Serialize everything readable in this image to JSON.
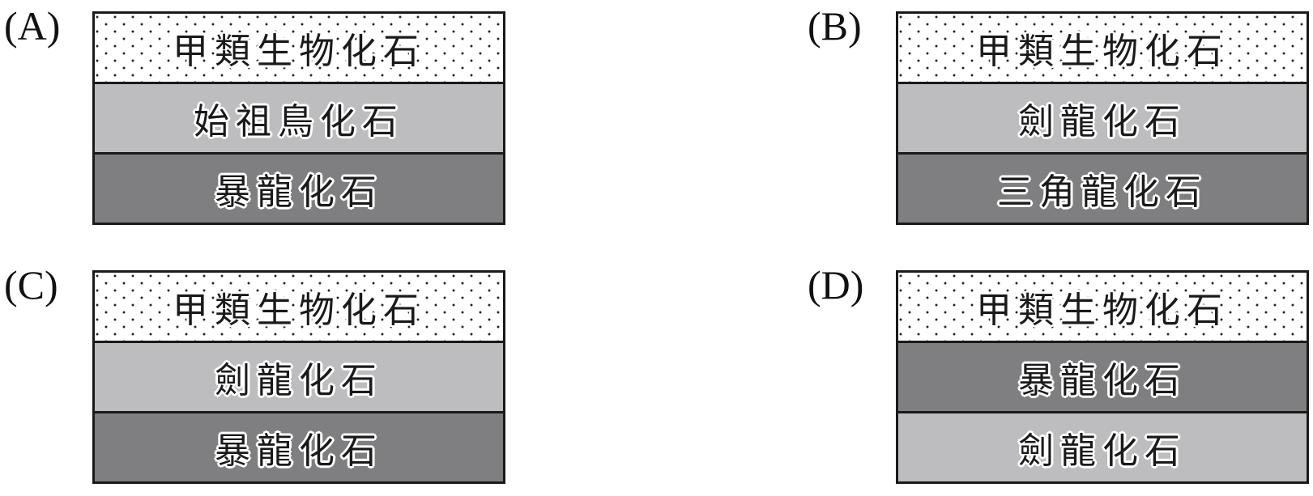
{
  "options": [
    {
      "label": "(A)",
      "layers": [
        {
          "text": "甲類生物化石",
          "pattern": "dotted"
        },
        {
          "text": "始祖鳥化石",
          "pattern": "light-gray"
        },
        {
          "text": "暴龍化石",
          "pattern": "dark-gray"
        }
      ]
    },
    {
      "label": "(B)",
      "layers": [
        {
          "text": "甲類生物化石",
          "pattern": "dotted"
        },
        {
          "text": "劍龍化石",
          "pattern": "light-gray"
        },
        {
          "text": "三角龍化石",
          "pattern": "dark-gray"
        }
      ]
    },
    {
      "label": "(C)",
      "layers": [
        {
          "text": "甲類生物化石",
          "pattern": "dotted"
        },
        {
          "text": "劍龍化石",
          "pattern": "light-gray"
        },
        {
          "text": "暴龍化石",
          "pattern": "dark-gray"
        }
      ]
    },
    {
      "label": "(D)",
      "layers": [
        {
          "text": "甲類生物化石",
          "pattern": "dotted"
        },
        {
          "text": "暴龍化石",
          "pattern": "dark-gray"
        },
        {
          "text": "劍龍化石",
          "pattern": "light-gray"
        }
      ]
    }
  ],
  "colors": {
    "light_gray": "#bdbdbf",
    "dark_gray": "#7f7f81",
    "border": "#1a1a1a"
  }
}
